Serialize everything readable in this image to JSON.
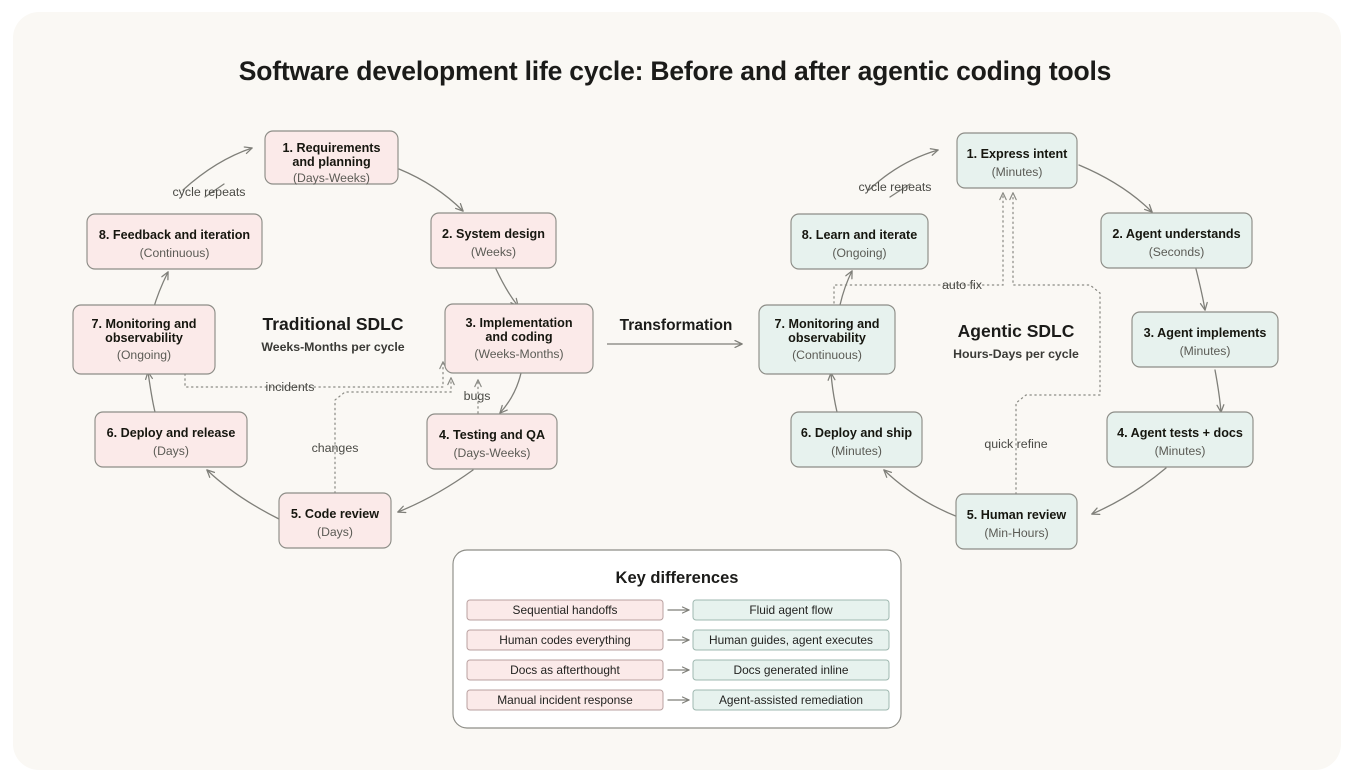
{
  "page": {
    "title": "Software development life cycle: Before and after agentic coding tools",
    "background_color": "#faf8f4",
    "outer_color": "#ffffff"
  },
  "transformation": {
    "label": "Transformation"
  },
  "traditional": {
    "heading": "Traditional SDLC",
    "subheading": "Weeks-Months per cycle",
    "fill_color": "#fbeae9",
    "border_color": "#8d8d87",
    "nodes": [
      {
        "title": "1. Requirements",
        "title2": "and planning",
        "duration": "(Days-Weeks)"
      },
      {
        "title": "2. System design",
        "title2": "",
        "duration": "(Weeks)"
      },
      {
        "title": "3. Implementation",
        "title2": "and coding",
        "duration": "(Weeks-Months)"
      },
      {
        "title": "4. Testing and QA",
        "title2": "",
        "duration": "(Days-Weeks)"
      },
      {
        "title": "5. Code review",
        "title2": "",
        "duration": "(Days)"
      },
      {
        "title": "6. Deploy and release",
        "title2": "",
        "duration": "(Days)"
      },
      {
        "title": "7. Monitoring and",
        "title2": "observability",
        "duration": "(Ongoing)"
      },
      {
        "title": "8. Feedback and iteration",
        "title2": "",
        "duration": "(Continuous)"
      }
    ],
    "edge_labels": {
      "cycle": "cycle repeats",
      "incidents": "incidents",
      "bugs": "bugs",
      "changes": "changes"
    }
  },
  "agentic": {
    "heading": "Agentic SDLC",
    "subheading": "Hours-Days per cycle",
    "fill_color": "#e7f2ee",
    "border_color": "#8d8d87",
    "nodes": [
      {
        "title": "1. Express intent",
        "title2": "",
        "duration": "(Minutes)"
      },
      {
        "title": "2. Agent understands",
        "title2": "",
        "duration": "(Seconds)"
      },
      {
        "title": "3. Agent implements",
        "title2": "",
        "duration": "(Minutes)"
      },
      {
        "title": "4. Agent tests + docs",
        "title2": "",
        "duration": "(Minutes)"
      },
      {
        "title": "5. Human review",
        "title2": "",
        "duration": "(Min-Hours)"
      },
      {
        "title": "6. Deploy and ship",
        "title2": "",
        "duration": "(Minutes)"
      },
      {
        "title": "7. Monitoring and",
        "title2": "observability",
        "duration": "(Continuous)"
      },
      {
        "title": "8. Learn and iterate",
        "title2": "",
        "duration": "(Ongoing)"
      }
    ],
    "edge_labels": {
      "cycle": "cycle repeats",
      "auto_fix": "auto fix",
      "quick_refine": "quick refine"
    }
  },
  "key_differences": {
    "title": "Key differences",
    "rows": [
      {
        "before": "Sequential handoffs",
        "after": "Fluid agent flow"
      },
      {
        "before": "Human codes everything",
        "after": "Human guides, agent executes"
      },
      {
        "before": "Docs as afterthought",
        "after": "Docs generated inline"
      },
      {
        "before": "Manual incident response",
        "after": "Agent-assisted remediation"
      }
    ]
  }
}
